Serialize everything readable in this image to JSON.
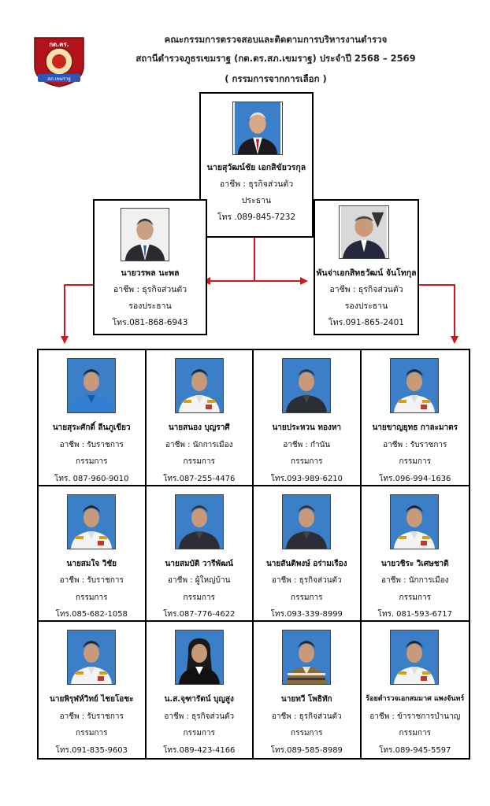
{
  "header": {
    "line1": "คณะกรรมการตรวจสอบและติดตามการบริหารงานตำรวจ",
    "line2": "สถานีตำรวจภูธรเขมราฐ (กต.ตร.สภ.เขมราฐ) ประจำปี 2568 – 2569",
    "line3": "( กรรมการจากการเลือก )",
    "logo_top": "กต.ตร.",
    "logo_bottom": "สภ.เขมราฐ"
  },
  "chair": {
    "name": "นายสุวัฒน์ชัย เอกสิขัยวรกุล",
    "job": "อาชีพ : ธุรกิจส่วนตัว",
    "role": "ประธาน",
    "phone": "โทร .089-845-7232"
  },
  "vice": [
    {
      "name": "นายวรพล  นะพล",
      "job": "อาชีพ : ธุรกิจส่วนตัว",
      "role": "รองประธาน",
      "phone": "โทร.081-868-6943"
    },
    {
      "name": "พันจ่าเอกสิทธวัฒน์   จันโทกุล",
      "job": "อาชีพ : ธุรกิจส่วนตัว",
      "role": "รองประธาน",
      "phone": "โทร.091-865-2401"
    }
  ],
  "members": [
    {
      "name": "นายสุระศักดิ์ ลีนภูเขียว",
      "job": "อาชีพ : รับราชการ",
      "role": "กรรมการ",
      "phone": "โทร. 087-960-9010",
      "attire": "civil"
    },
    {
      "name": "นายสนอง  บุญราศี",
      "job": "อาชีพ : นักการเมือง",
      "role": "กรรมการ",
      "phone": "โทร.087-255-4476",
      "attire": "white"
    },
    {
      "name": "นายประหวน  ทองหา",
      "job": "อาชีพ : กำนัน",
      "role": "กรรมการ",
      "phone": "โทร.093-989-6210",
      "attire": "dark"
    },
    {
      "name": "นายขาญยุทธ  กาละมาตร",
      "job": "อาชีพ : รับราชการ",
      "role": "กรรมการ",
      "phone": "โทร.096-994-1636",
      "attire": "white"
    },
    {
      "name": "นายสมใจ  วิชัย",
      "job": "อาชีพ : รับราชการ",
      "role": "กรรมการ",
      "phone": "โทร.085-682-1058",
      "attire": "white"
    },
    {
      "name": "นายสมบัติ  วารีพัฒน์",
      "job": "อาชีพ : ผู้ใหญ่บ้าน",
      "role": "กรรมการ",
      "phone": "โทร.087-776-4622",
      "attire": "dark"
    },
    {
      "name": "นายสันติพงษ์  อร่ามเรือง",
      "job": "อาชีพ : ธุรกิจส่วนตัว",
      "role": "กรรมการ",
      "phone": "โทร.093-339-8999",
      "attire": "dark"
    },
    {
      "name": "นายวชิระ  วิเศษชาติ",
      "job": "อาชีพ : นักการเมือง",
      "role": "กรรมการ",
      "phone": "โทร. 081-593-6717",
      "attire": "white"
    },
    {
      "name": "นายพิรุฬห์วิทย์  ไชยโอชะ",
      "job": "อาชีพ : รับราชการ",
      "role": "กรรมการ",
      "phone": "โทร.091-835-9603",
      "attire": "white"
    },
    {
      "name": "น.ส.จุฑารัตน์ บุญสูง",
      "job": "อาชีพ : ธุรกิจส่วนตัว",
      "role": "กรรมการ",
      "phone": "โทร.089-423-4166",
      "attire": "woman"
    },
    {
      "name": "นายทวี  โพธิทัก",
      "job": "อาชีพ : ธุรกิจส่วนตัว",
      "role": "กรรมการ",
      "phone": "โทร.089-585-8989",
      "attire": "stripe"
    },
    {
      "name": "ร้อยตำรวจเอกสมมาศ แพงจันทร์",
      "job": "อาชีพ : ข้าราชการบำนาญ",
      "role": "กรรมการ",
      "phone": "โทร.089-945-5597",
      "attire": "white"
    }
  ],
  "colors": {
    "connector": "#d8141e",
    "photo_bg": "#3a7fc8",
    "border": "#000000"
  }
}
